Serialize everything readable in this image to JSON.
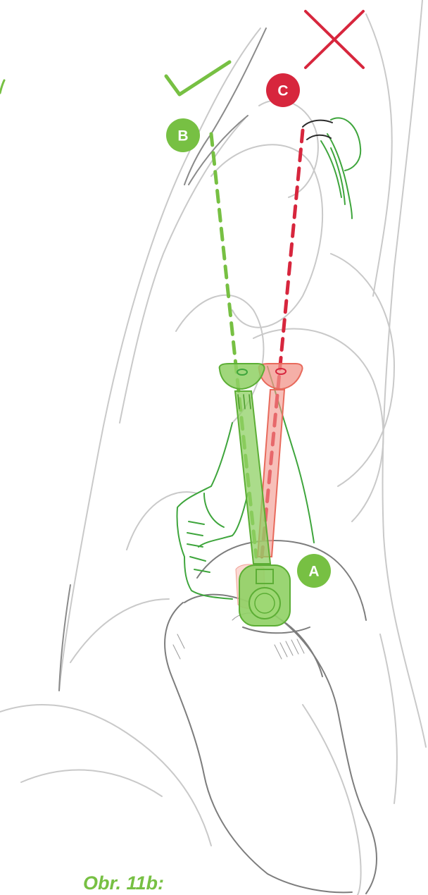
{
  "labels": {
    "a": "A",
    "b": "B",
    "c": "C"
  },
  "caption": "Obr. 11b:",
  "colors": {
    "correct": "#77c043",
    "correct_dark": "#3ea53c",
    "incorrect": "#d7263d",
    "incorrect_fill": "#f2948a",
    "outline": "#bdbdbd",
    "outline_dark": "#7a7a7a"
  },
  "icons": {
    "correct_mark": "check-mark-icon",
    "incorrect_mark": "cross-mark-icon"
  }
}
